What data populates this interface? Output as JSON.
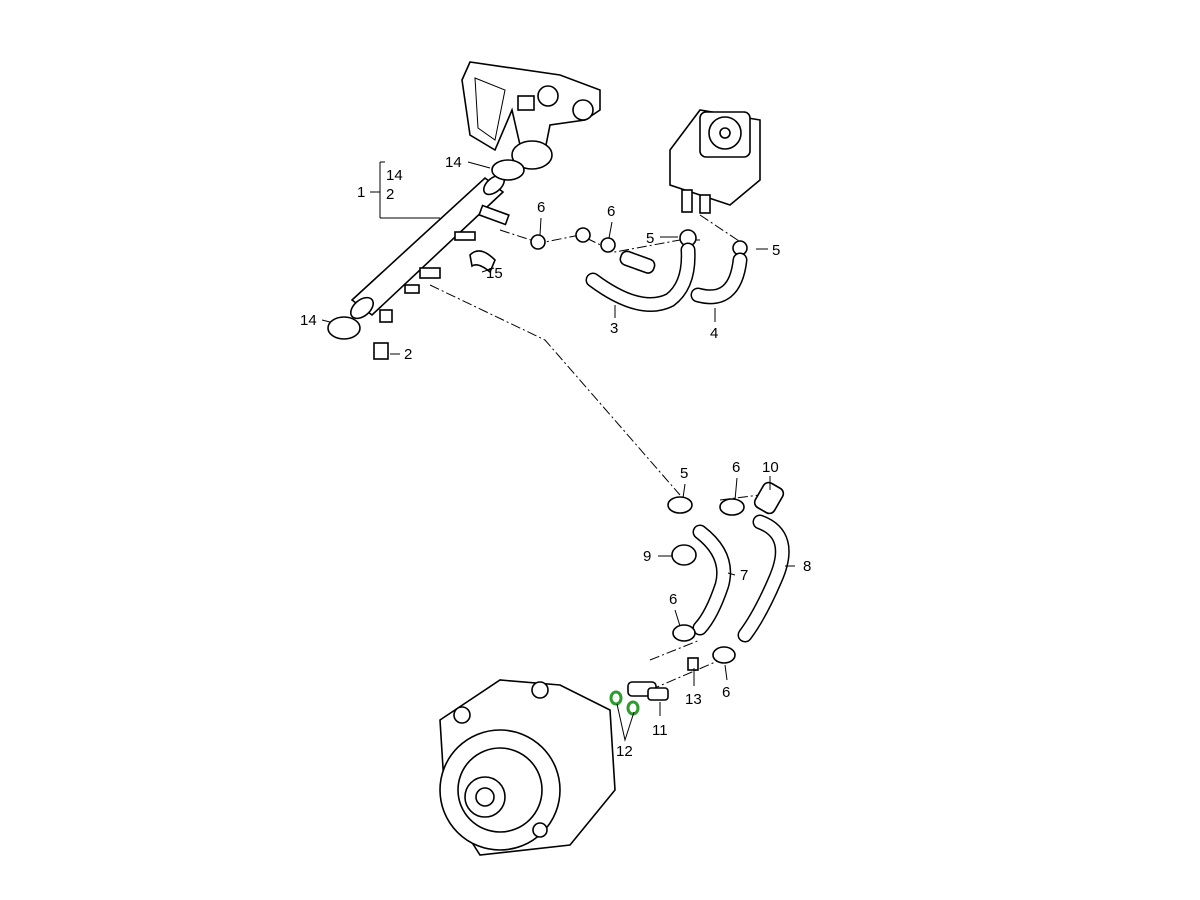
{
  "diagram": {
    "labels": [
      "14",
      "2",
      "1",
      "14",
      "6",
      "6",
      "5",
      "5",
      "15",
      "3",
      "4",
      "14",
      "2",
      "5",
      "6",
      "10",
      "9",
      "7",
      "8",
      "6",
      "13",
      "6",
      "11",
      "12"
    ],
    "highlight_color": "#2e9b2e"
  }
}
